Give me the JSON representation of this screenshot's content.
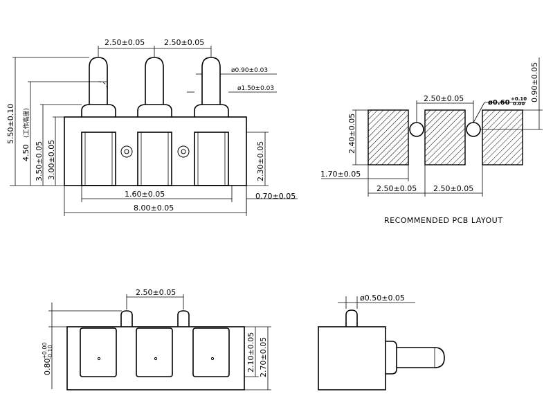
{
  "front_view": {
    "pitch_left": "2.50±0.05",
    "pitch_right": "2.50±0.05",
    "pin_tip_dia": "ø0.90±0.03",
    "pin_barrel_dia": "ø1.50±0.03",
    "overall_height": "5.50±0.10",
    "working_height": "4.50",
    "working_height_note": "(工作高度)",
    "body_height": "3.50±0.05",
    "body_height_inner": "3.00±0.05",
    "slot_height": "2.30±0.05",
    "pin_offset": "1.60±0.05",
    "body_width": "8.00±0.05",
    "foot_height": "0.70±0.05"
  },
  "pcb_layout": {
    "caption": "RECOMMENDED PCB LAYOUT",
    "pad_pitch_top": "2.50±0.05",
    "hole_dia_main": "ø0.60",
    "hole_dia_tol_upper": "+0.10",
    "hole_dia_tol_lower": "0.00",
    "hole_offset": "0.90±0.05",
    "pad_height": "2.40±0.05",
    "pad_edge_offset": "1.70±0.05",
    "pad_pitch_bottom_left": "2.50±0.05",
    "pad_pitch_bottom_right": "2.50±0.05"
  },
  "bottom_view": {
    "pitch": "2.50±0.05",
    "stand_main": "0.80",
    "stand_tol_upper": "+0.00",
    "stand_tol_lower": "-0.10",
    "inner_height": "2.10±0.05",
    "total_height": "2.70±0.05"
  },
  "side_view": {
    "pin_dia": "ø0.50±0.05"
  }
}
